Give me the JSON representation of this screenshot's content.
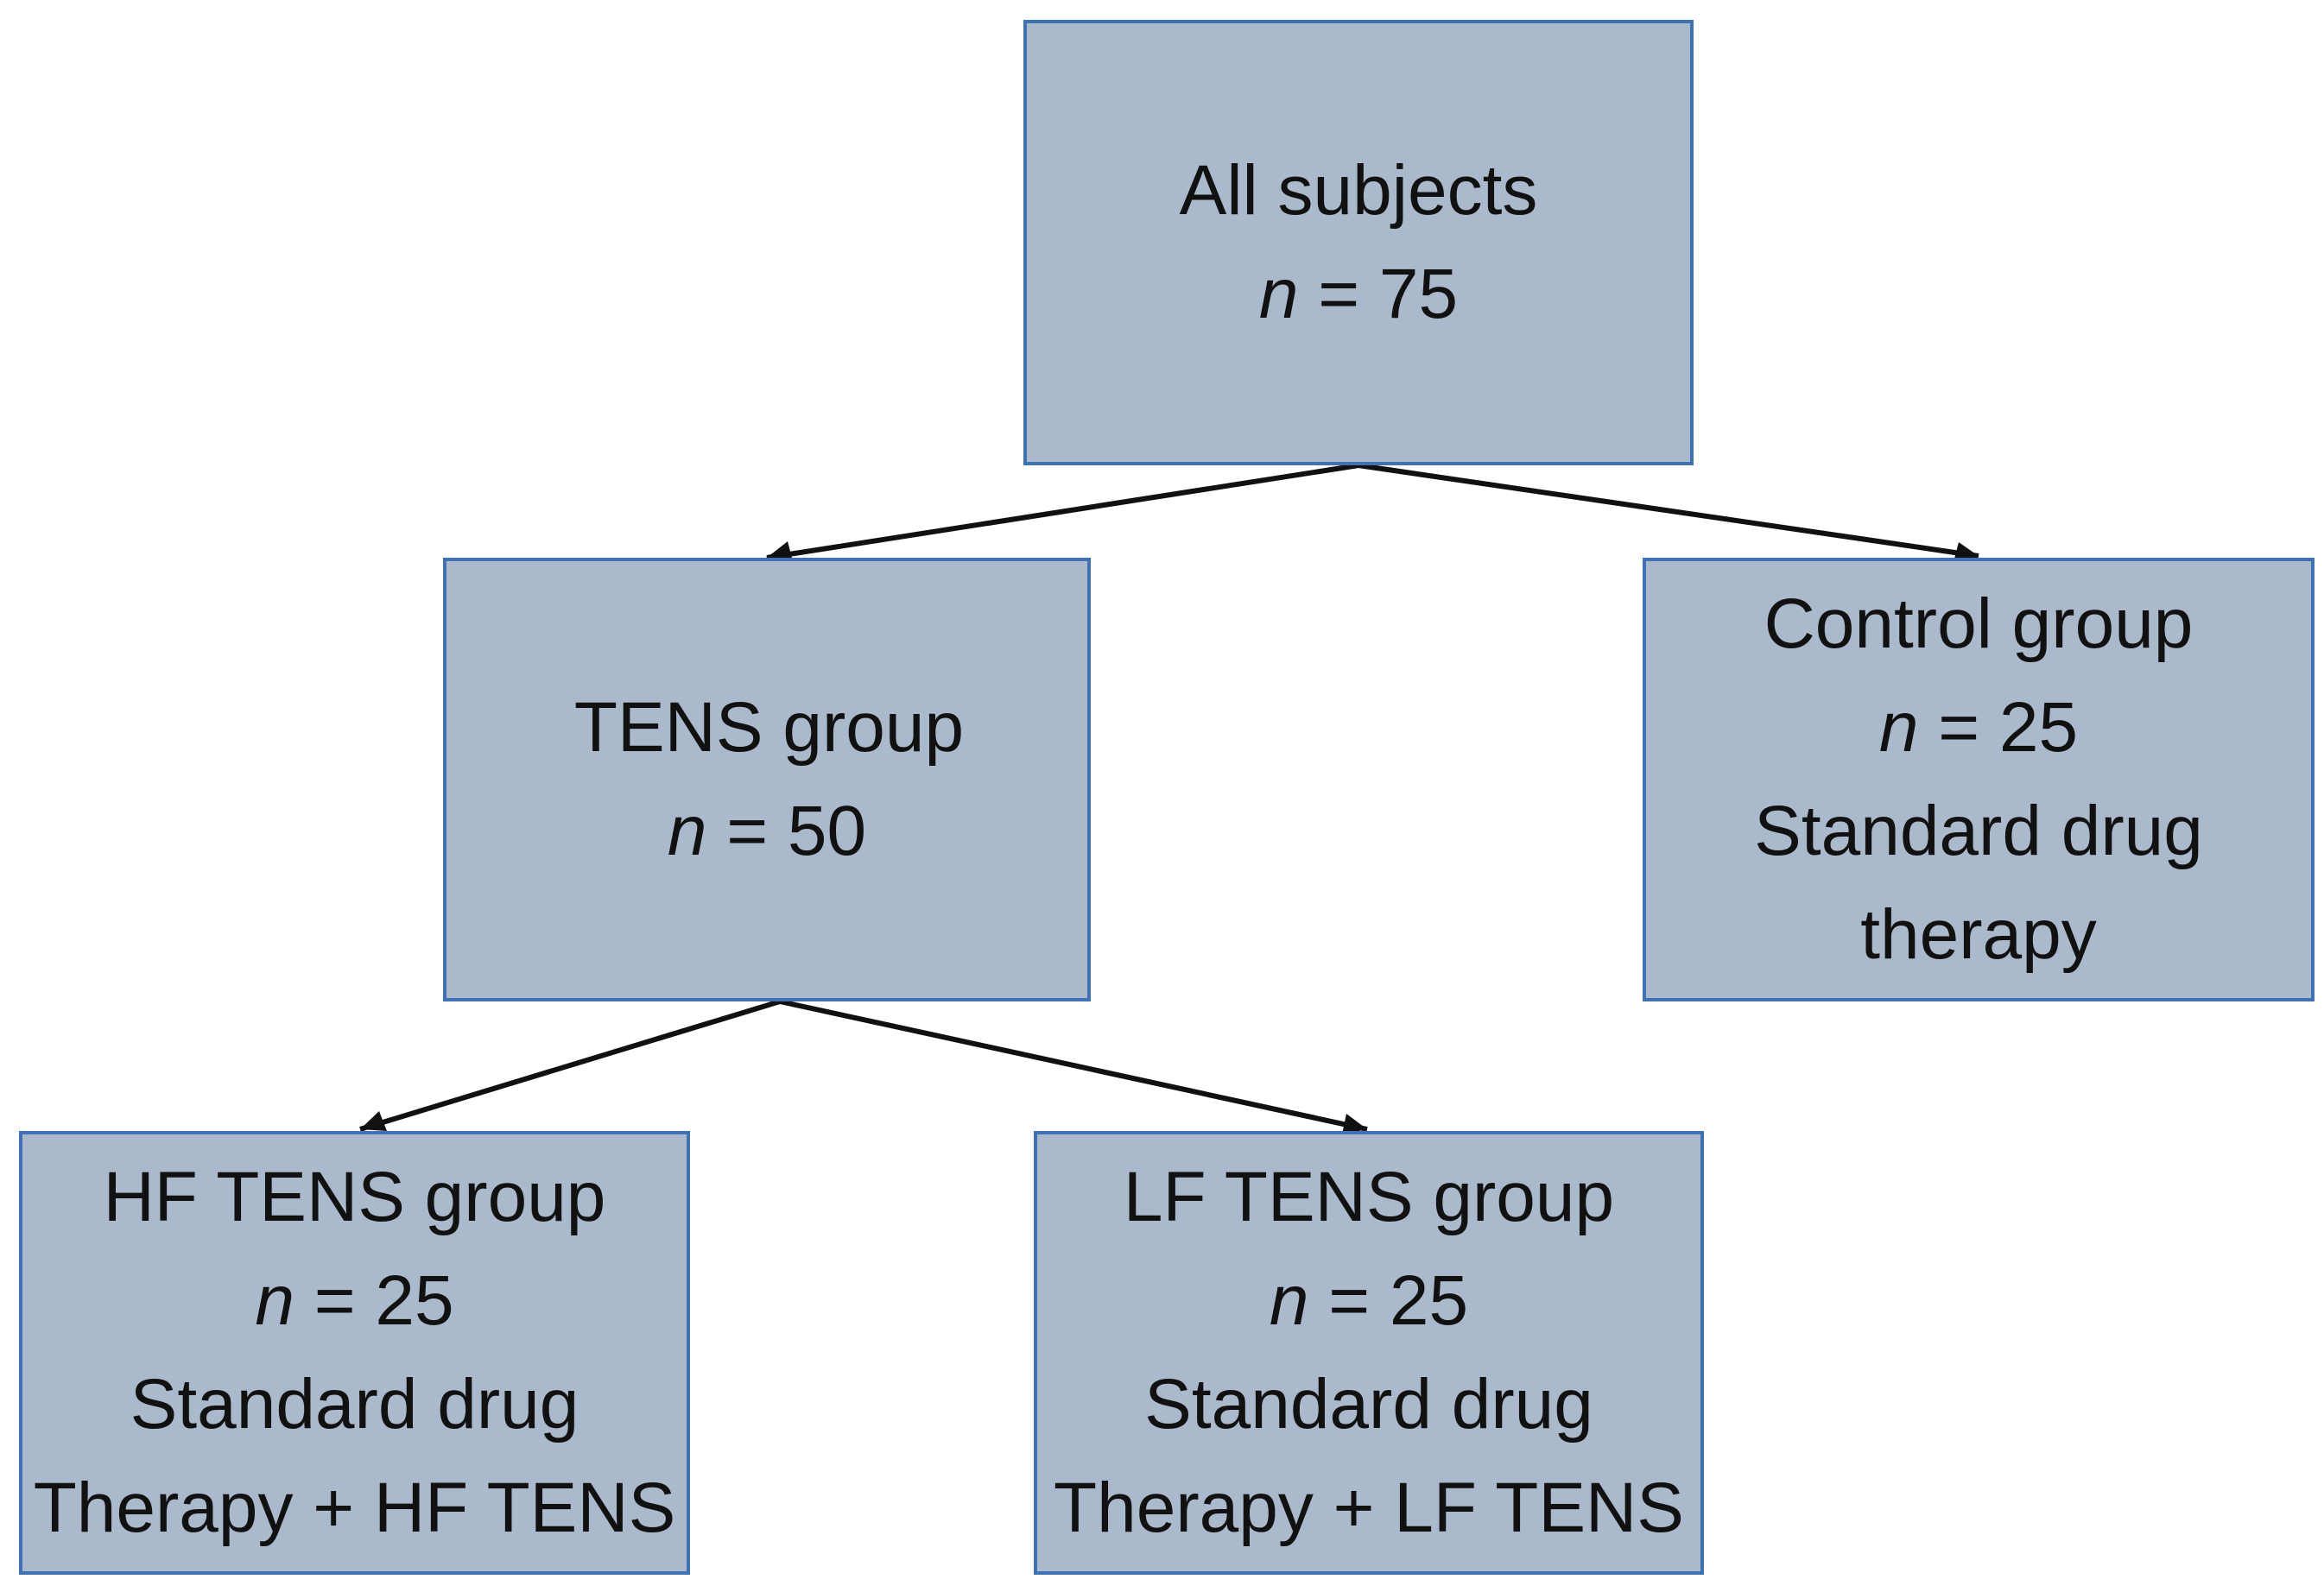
{
  "colors": {
    "box_fill": "#abb9cc",
    "box_border": "#3f72b2",
    "text": "#111111",
    "arrow": "#111111"
  },
  "nodes": {
    "all_subjects": {
      "title": "All subjects",
      "n_symbol": "n",
      "n_value": " = 75"
    },
    "tens_group": {
      "title": "TENS group",
      "n_symbol": "n",
      "n_value": " = 50"
    },
    "control_group": {
      "title": "Control group",
      "n_symbol": "n",
      "n_value": " = 25",
      "desc_line1": "Standard drug",
      "desc_line2": "therapy"
    },
    "hf_tens_group": {
      "title": "HF TENS group",
      "n_symbol": "n",
      "n_value": " = 25",
      "desc_line1": "Standard drug",
      "desc_line2": "Therapy + HF TENS"
    },
    "lf_tens_group": {
      "title": "LF TENS group",
      "n_symbol": "n",
      "n_value": " = 25",
      "desc_line1": "Standard drug",
      "desc_line2": "Therapy + LF TENS"
    }
  },
  "edges": [
    {
      "from": "All subjects",
      "to": "TENS group"
    },
    {
      "from": "All subjects",
      "to": "Control group"
    },
    {
      "from": "TENS group",
      "to": "HF TENS group"
    },
    {
      "from": "TENS group",
      "to": "LF TENS group"
    }
  ]
}
